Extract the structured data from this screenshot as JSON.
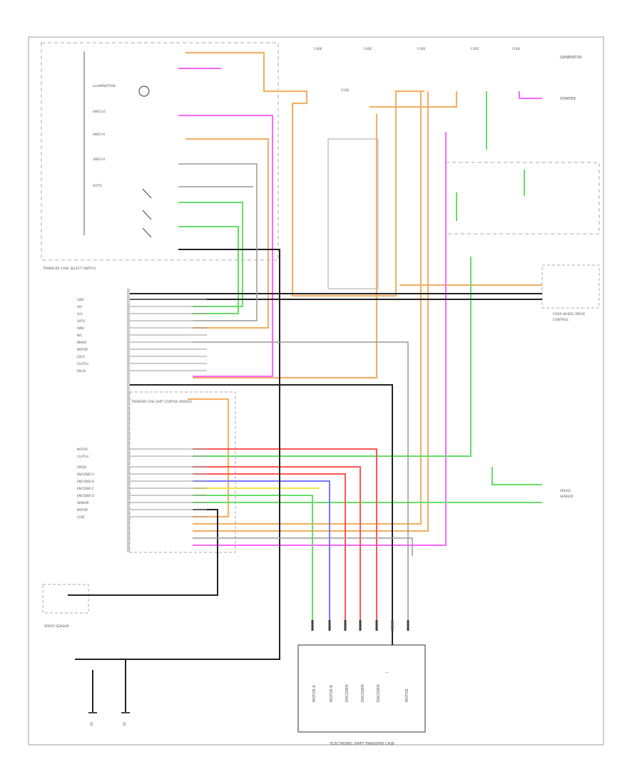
{
  "diagram": {
    "title": "ELECTRONIC SHIFT TRANSFER CASE",
    "colors": {
      "orange": "#f2b06a",
      "pink": "#ff66ff",
      "green": "#66dd66",
      "red": "#ff5555",
      "blue": "#7777ff",
      "yellow": "#e8e84a",
      "black": "#222222",
      "gray": "#888888"
    },
    "top_components": {
      "fuse_1": "FUSE",
      "fuse_2": "FUSE",
      "fuse_3": "FUSE",
      "fuse_4": "FUSE",
      "fuse_5": "FUSE",
      "fuse_6": "FUSE",
      "starter_label": "STARTER",
      "module_right": "GENERATOR"
    },
    "selector_switch": {
      "label": "TRANSFER CASE SELECT SWITCH",
      "items": [
        "ILLUMINATION",
        "4WD LO",
        "4WD HI",
        "2WD HI",
        "AUTO"
      ]
    },
    "connector_groups": {
      "left_upper": [
        "2WD",
        "4HI",
        "4LO",
        "AUTO",
        "4WD",
        "N/C",
        "BRAKE",
        "MOTOR",
        "LOCK",
        "CLUTCH",
        "RELAY"
      ],
      "left_lower": [
        "MOTOR",
        "CLUTCH",
        "SPEED",
        "ENCODER A",
        "ENCODER B",
        "ENCODER C",
        "ENCODER D",
        "SENSOR",
        "MOTOR",
        "CASE"
      ]
    },
    "middle_box_label": "TRANSFER CASE SHIFT CONTROL MODULE",
    "bottom_left_component": "SPEED SENSOR",
    "bottom_box_pins": [
      "MOTOR A",
      "MOTOR B",
      "ENCODER",
      "ENCODER",
      "ENCODER",
      "—",
      "MOTOR"
    ],
    "right_connector_labels": [
      "FOUR WHEEL DRIVE",
      "CONTROL"
    ],
    "right_lower_labels": [
      "SPEED",
      "SENSOR"
    ],
    "bottom_left_grounds": [
      "G",
      "G"
    ]
  }
}
